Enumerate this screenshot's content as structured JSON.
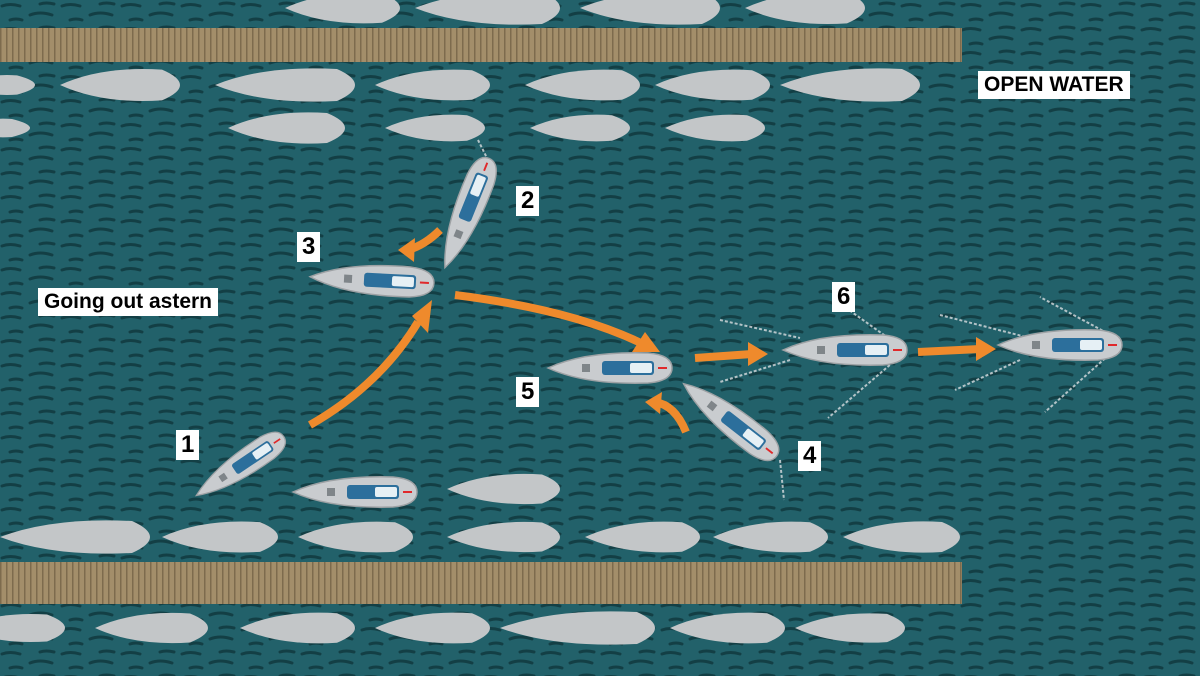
{
  "labels": {
    "open_water": "OPEN WATER",
    "maneuver": "Going out astern",
    "steps": [
      "1",
      "2",
      "3",
      "4",
      "5",
      "6"
    ]
  },
  "colors": {
    "water": "#1f5a5f",
    "arrow": "#ef8a2c",
    "dock": "#a38e6a",
    "moored_boat": "#c3c6c8",
    "label_bg": "#ffffff"
  }
}
